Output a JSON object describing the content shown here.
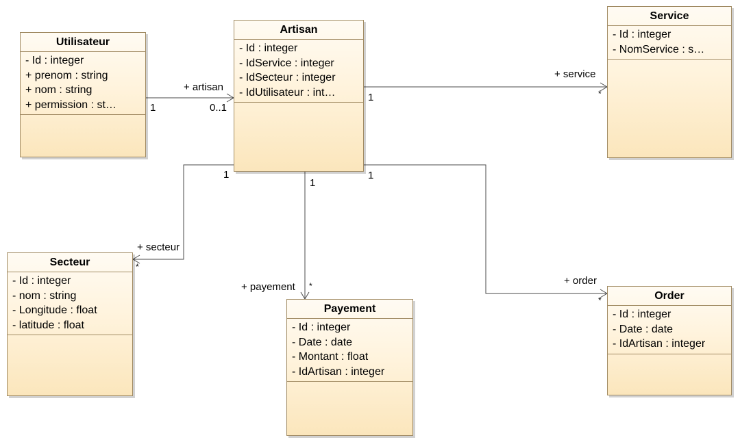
{
  "classes": {
    "utilisateur": {
      "name": "Utilisateur",
      "attributes": [
        "- Id : integer",
        "+ prenom : string",
        "+ nom : string",
        "+ permission : st…"
      ]
    },
    "artisan": {
      "name": "Artisan",
      "attributes": [
        "- Id : integer",
        "- IdService : integer",
        "- IdSecteur : integer",
        "- IdUtilisateur : int…"
      ]
    },
    "service": {
      "name": "Service",
      "attributes": [
        "- Id : integer",
        "- NomService : s…"
      ]
    },
    "secteur": {
      "name": "Secteur",
      "attributes": [
        "- Id : integer",
        "- nom : string",
        "- Longitude : float",
        "- latitude : float"
      ]
    },
    "payement": {
      "name": "Payement",
      "attributes": [
        "- Id : integer",
        "- Date : date",
        "- Montant : float",
        "- IdArtisan : integer"
      ]
    },
    "order": {
      "name": "Order",
      "attributes": [
        "- Id : integer",
        "- Date : date",
        "- IdArtisan : integer"
      ]
    }
  },
  "associations": {
    "utilisateur_artisan": {
      "role": "+ artisan",
      "source_multiplicity": "1",
      "target_multiplicity": "0..1"
    },
    "artisan_service": {
      "role": "+ service",
      "source_multiplicity": "1",
      "target_multiplicity": "*"
    },
    "artisan_secteur": {
      "role": "+ secteur",
      "source_multiplicity": "1",
      "target_multiplicity": "*"
    },
    "artisan_payement": {
      "role": "+ payement",
      "source_multiplicity": "1",
      "target_multiplicity": "*"
    },
    "artisan_order": {
      "role": "+ order",
      "source_multiplicity": "1",
      "target_multiplicity": "*"
    }
  },
  "colors": {
    "class_fill_top": "#fffbf3",
    "class_fill_bottom": "#fbe6bc",
    "class_border": "#a08a62",
    "line": "#4a4a4a"
  }
}
